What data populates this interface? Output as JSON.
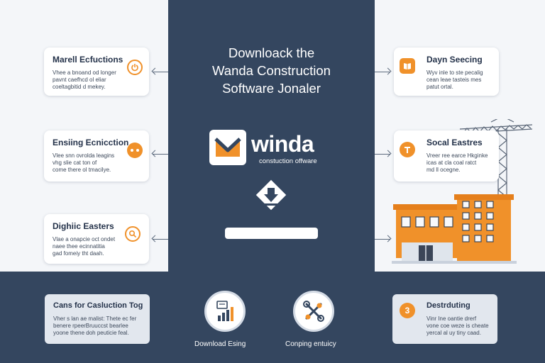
{
  "title_lines": [
    "Downloack the",
    "Wanda Construction",
    "Software Jonaler"
  ],
  "brand": {
    "name": "winda",
    "subtitle": "constuction offware"
  },
  "left_cards": [
    {
      "title": "Marell Ecfuctions",
      "text": "Vhee a bnoand od longer\npavnt caefhcd ol eliar\ncoeltagbitid d mekey.",
      "icon": "power-icon"
    },
    {
      "title": "Ensiing Ecnicction",
      "text": "Vlee snn ovrolda leagins\nvhg slie cat ton of\ncome there ol tmacilye.",
      "icon": "dots-icon"
    },
    {
      "title": "Dighiic Easters",
      "text": "Vlae a onapcie oct ondet\nnaee thee ecinnatitia\ngad fomeiy tht daah.",
      "icon": "search-icon"
    }
  ],
  "right_cards": [
    {
      "title": "Dayn Seecing",
      "text": "Wyv inle to ste pecalig\ncean leae tasteis mes\npatut ortal.",
      "icon": "book-icon"
    },
    {
      "title": "Socal Eastres",
      "text": "Vreer ree earce Hkginke\nicas at cla coal ratct\nmd ll ocegne.",
      "icon": "tool-icon"
    }
  ],
  "bottom_cards": [
    {
      "title": "Cans for Casluction Tog",
      "text": "Vher s lan ae malist: Thete ec fer\nbenere rpeerBruuccst bearlee\nyoone thene doh peuticie feal."
    },
    {
      "title": "Destrduting",
      "text": "Vinr Ine oantie drerf\nvone coe weze is cheate\nyercal al uy tiny caad.",
      "badge": "3"
    }
  ],
  "bottom_actions": [
    {
      "label": "Download Esing",
      "icon": "chart-icon"
    },
    {
      "label": "Conping entuicy",
      "icon": "tools-icon"
    }
  ],
  "colors": {
    "navy": "#34465f",
    "orange": "#f0912a",
    "light": "#f4f6f9"
  }
}
